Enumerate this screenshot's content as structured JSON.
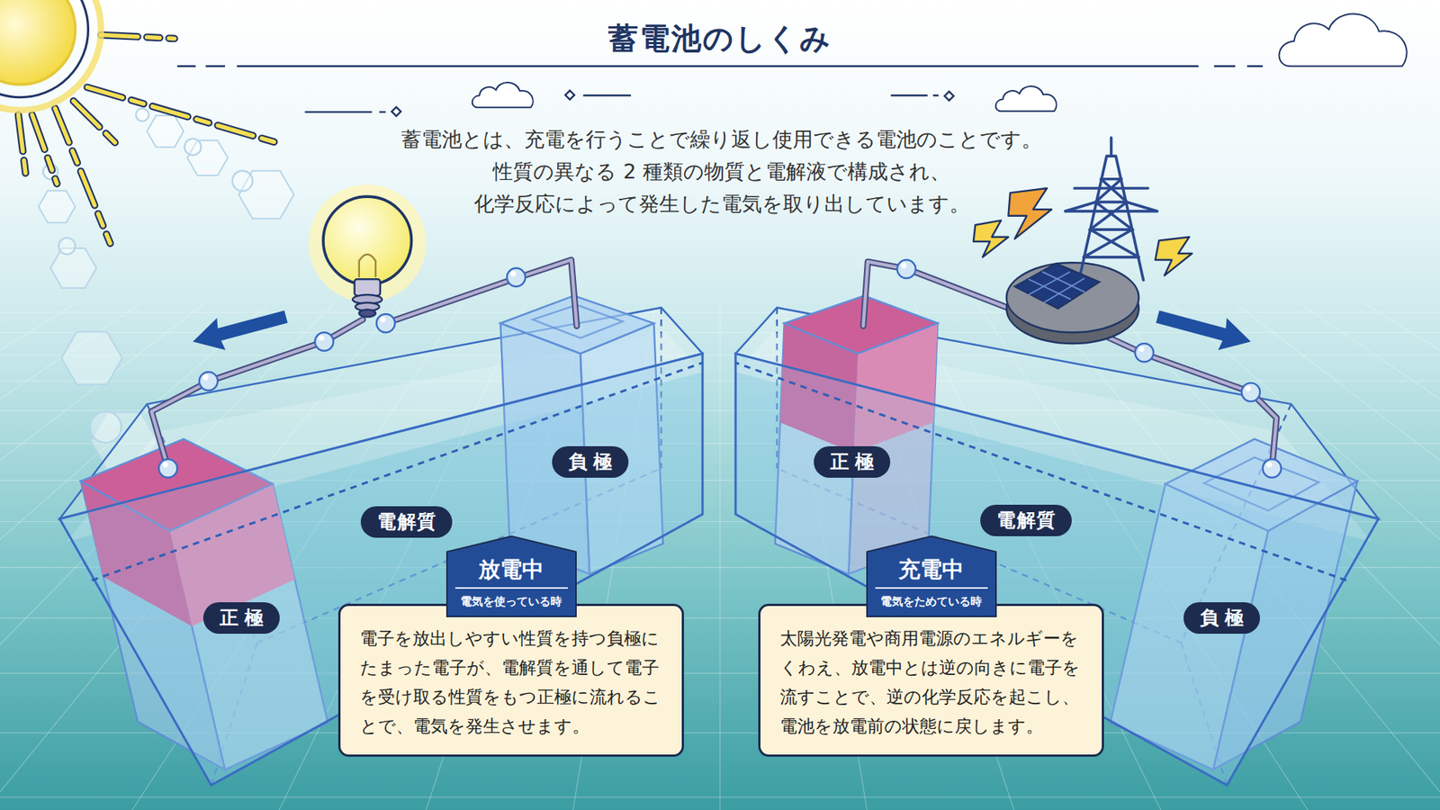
{
  "diagram": {
    "title": "蓄電池のしくみ",
    "nodes": [
      {
        "text": [
          "負極"
        ]
      },
      {
        "text": [
          "電解質"
        ]
      },
      {
        "text": [
          "正極"
        ]
      },
      {
        "text": [
          "放電中",
          "電気を使っている時",
          "電子を放出しやすい性質を持つ負極にたまった電子が、電解質を通して電子を受け取る性質をもつ正極に流れることで、電気を発生させます。"
        ]
      },
      {
        "text": [
          "正極"
        ]
      },
      {
        "text": [
          "電解質"
        ]
      },
      {
        "text": [
          "充電中",
          "電気をためている時",
          "太陽光発電や商用電源のエネルギーをくわえ、放電中とは逆の向きに電子を流すことで、逆の化学反応を起こし、電池を放電前の状態に戻します。"
        ]
      },
      {
        "text": [
          "負極"
        ]
      }
    ],
    "labels": [
      "蓄電池とは、充電を行うことで繰り返し使用できる電池のことです。",
      "性質の異なる 2 種類の物質と電解液で構成され、",
      "化学反応によって発生した電気を取り出しています。"
    ]
  }
}
